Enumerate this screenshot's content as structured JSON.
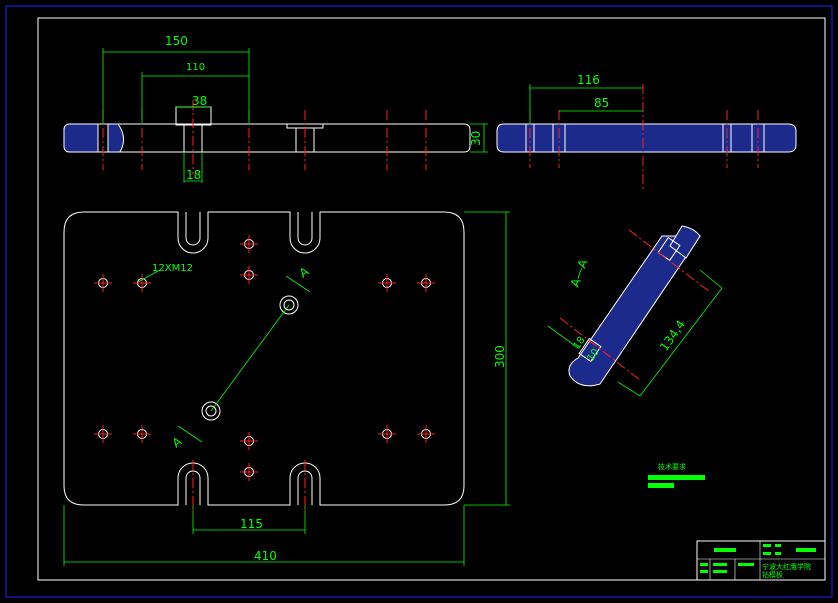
{
  "drawing": {
    "dimensions": {
      "d150": "150",
      "d110": "110",
      "d38": "38",
      "d18": "18",
      "d30": "30",
      "d116": "116",
      "d85": "85",
      "d300": "300",
      "d410": "410",
      "d115": "115",
      "d134": "134,4",
      "dsmall1": "18",
      "dsmall2": "10"
    },
    "labels": {
      "hole_note": "12XM12",
      "section_mark_top": "A",
      "section_mark_bottom": "A",
      "section_title": "A—A"
    },
    "notes": {
      "tech_title": "技术要求"
    },
    "title_block": {
      "school": "宁波大红鹰学院",
      "drawing_name": "钻模板"
    }
  }
}
